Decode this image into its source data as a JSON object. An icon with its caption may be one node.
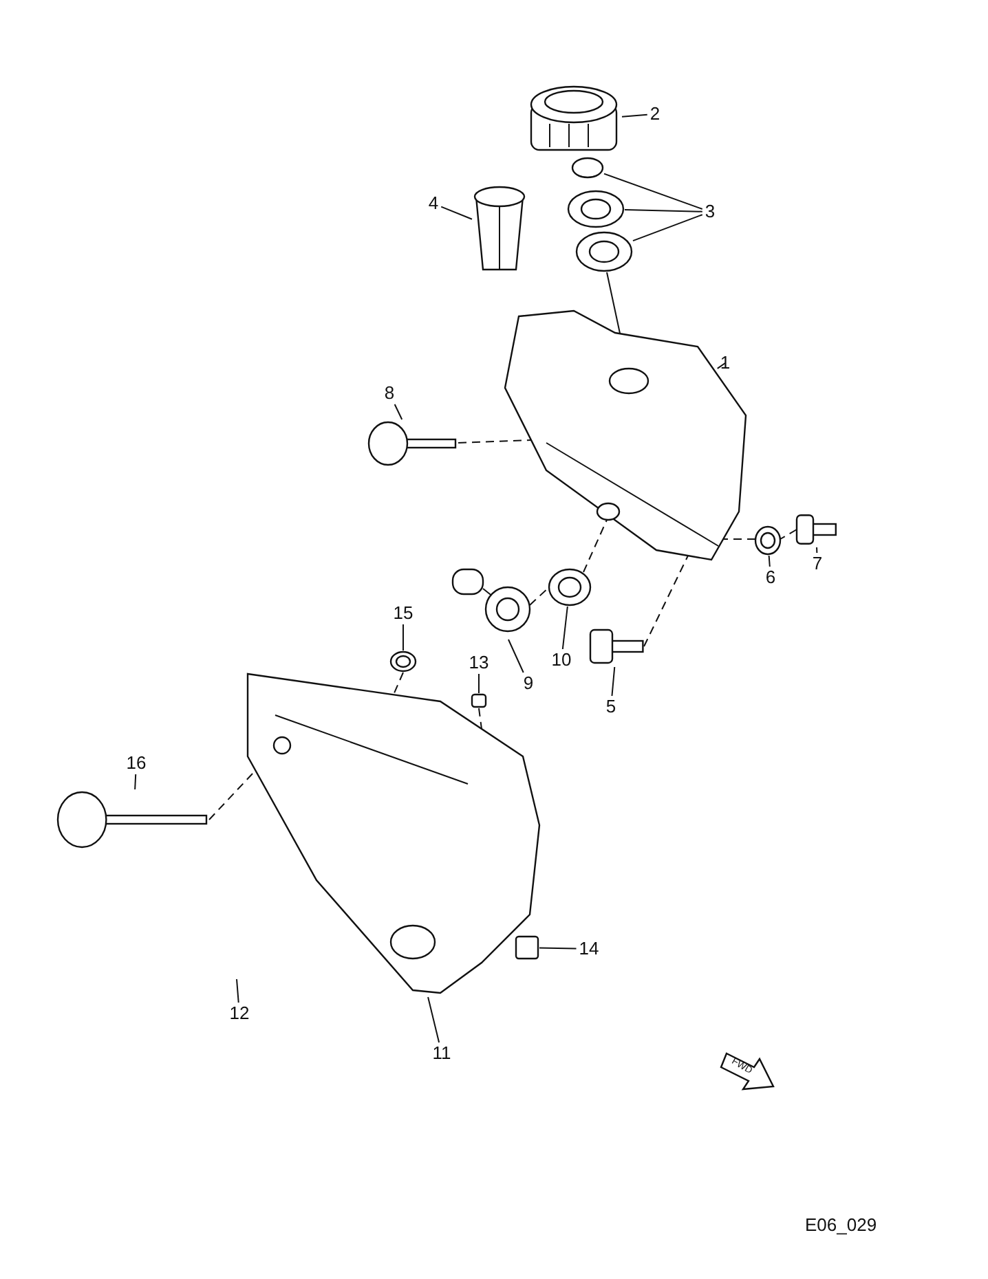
{
  "diagram": {
    "nodes": [
      {
        "text": [
          "2"
        ]
      },
      {
        "text": [
          "4"
        ]
      },
      {
        "text": [
          "3"
        ]
      },
      {
        "text": [
          "1"
        ]
      },
      {
        "text": [
          "8"
        ]
      },
      {
        "text": [
          "7"
        ]
      },
      {
        "text": [
          "6"
        ]
      },
      {
        "text": [
          "10"
        ]
      },
      {
        "text": [
          "9"
        ]
      },
      {
        "text": [
          "15"
        ]
      },
      {
        "text": [
          "5"
        ]
      },
      {
        "text": [
          "13"
        ]
      },
      {
        "text": [
          "16"
        ]
      },
      {
        "text": [
          "14"
        ]
      },
      {
        "text": [
          "12"
        ]
      },
      {
        "text": [
          "11"
        ]
      },
      {
        "text": [],
        "shape": "picture"
      },
      {
        "text": [],
        "shape": "picture"
      },
      {
        "text": [],
        "shape": "circle"
      },
      {
        "text": [],
        "shape": "picture"
      },
      {
        "text": [],
        "shape": "picture"
      },
      {
        "text": [],
        "shape": "picture"
      },
      {
        "text": [],
        "shape": "picture"
      },
      {
        "text": [],
        "shape": "picture"
      },
      {
        "text": [],
        "shape": "picture"
      },
      {
        "text": [],
        "shape": "picture"
      },
      {
        "text": [],
        "shape": "picture"
      },
      {
        "text": [],
        "shape": "picture"
      },
      {
        "text": [],
        "shape": "picture"
      },
      {
        "text": [],
        "shape": "box"
      },
      {
        "text": [],
        "shape": "picture"
      },
      {
        "text": [],
        "shape": "box"
      },
      {
        "text": [],
        "shape": "picture"
      }
    ],
    "edges": [
      {
        "from": 0,
        "to": 16,
        "arrow": "none"
      },
      {
        "from": 1,
        "to": 17,
        "arrow": "none"
      },
      {
        "from": 2,
        "to": 18,
        "arrow": "none"
      },
      {
        "from": 2,
        "to": 19,
        "arrow": "none"
      },
      {
        "from": 2,
        "to": 20,
        "arrow": "none"
      },
      {
        "from": 3,
        "to": 21,
        "arrow": "none"
      },
      {
        "from": 4,
        "to": 22,
        "arrow": "none"
      },
      {
        "from": 5,
        "to": 23,
        "arrow": "none"
      },
      {
        "from": 6,
        "to": 24,
        "arrow": "none"
      },
      {
        "from": 7,
        "to": 25,
        "arrow": "none"
      },
      {
        "from": 8,
        "to": 26,
        "arrow": "none"
      },
      {
        "from": 9,
        "to": 27,
        "arrow": "none"
      },
      {
        "from": 10,
        "to": 28,
        "arrow": "none"
      },
      {
        "from": 11,
        "to": 29,
        "arrow": "none"
      },
      {
        "from": 12,
        "to": 30,
        "arrow": "none"
      },
      {
        "from": 13,
        "to": 31,
        "arrow": "none"
      },
      {
        "from": 14,
        "to": null,
        "arrow": "none"
      },
      {
        "from": 15,
        "to": 32,
        "arrow": "none"
      },
      {
        "from": 22,
        "to": 21,
        "arrow": "none",
        "style": "dashed"
      },
      {
        "from": 20,
        "to": 21,
        "arrow": "none"
      },
      {
        "from": 26,
        "to": 25,
        "arrow": "none",
        "style": "dashed"
      },
      {
        "from": 25,
        "to": 21,
        "arrow": "none",
        "style": "dashed"
      },
      {
        "from": 28,
        "to": 21,
        "arrow": "none",
        "style": "dashed"
      },
      {
        "from": 23,
        "to": 24,
        "arrow": "none",
        "style": "dashed"
      },
      {
        "from": 24,
        "to": 21,
        "arrow": "none",
        "style": "dashed"
      },
      {
        "from": 27,
        "to": 32,
        "arrow": "none",
        "style": "dashed"
      },
      {
        "from": 30,
        "to": 32,
        "arrow": "none",
        "style": "dashed"
      },
      {
        "from": 29,
        "to": 32,
        "arrow": "none",
        "style": "dashed"
      }
    ],
    "labels": [
      "FWD",
      "E06_029"
    ]
  }
}
